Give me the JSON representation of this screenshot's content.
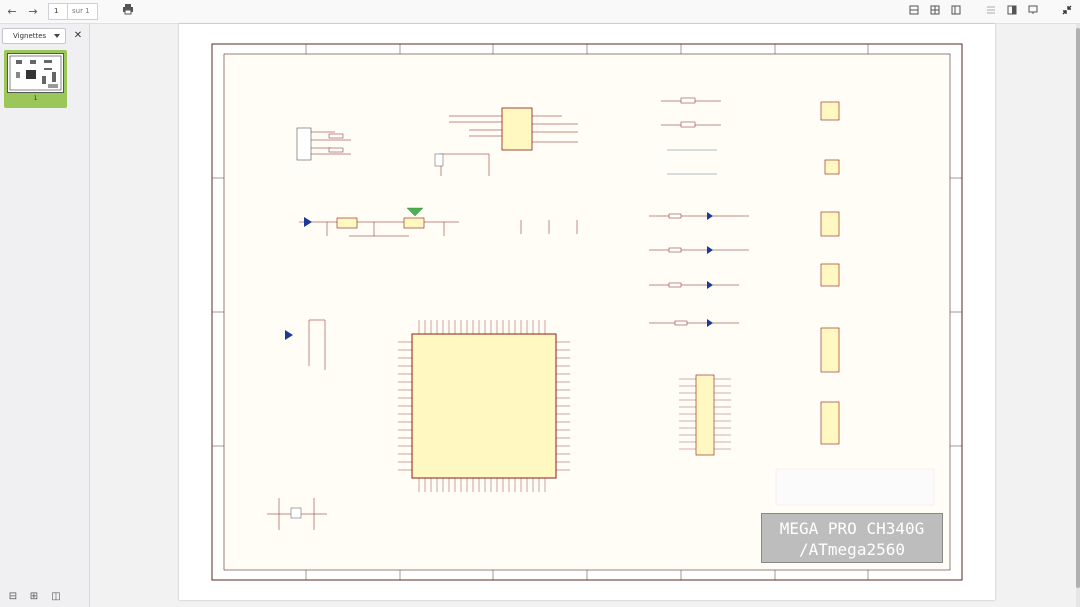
{
  "toolbar": {
    "page_number": "1",
    "page_of": "sur 1"
  },
  "sidebar": {
    "view_select": "Vignettes",
    "close_glyph": "✕",
    "thumbnail_label": "1"
  },
  "document": {
    "brand_line1": "MEGA PRO CH340G",
    "brand_line2": "/ATmega2560"
  },
  "icons": {
    "back": "back-arrow-icon",
    "forward": "forward-arrow-icon",
    "print": "print-icon"
  }
}
